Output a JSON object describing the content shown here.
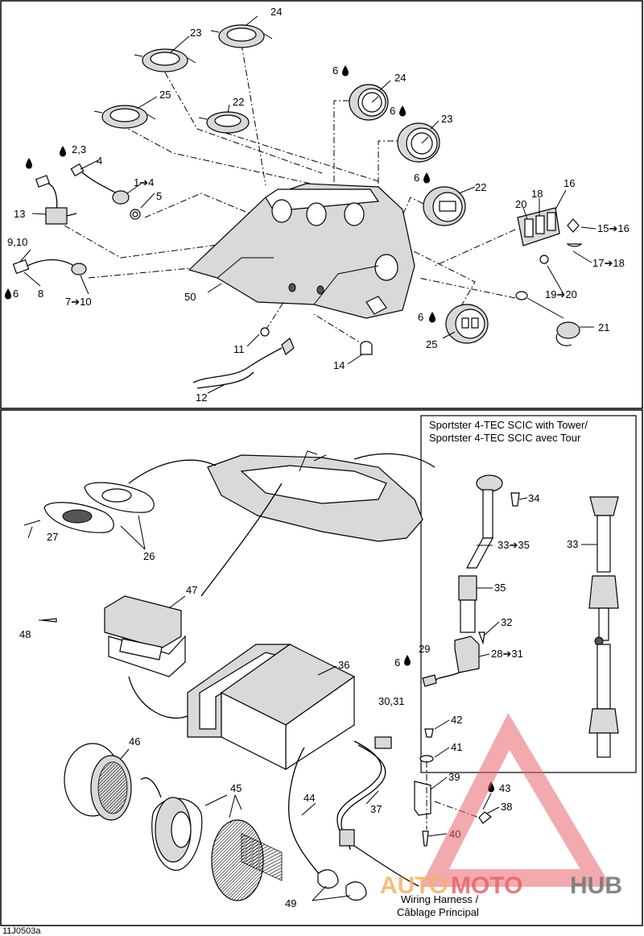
{
  "diagram": {
    "figure_code": "11J0503a",
    "upper_section": {
      "callouts": [
        "24",
        "23",
        "25",
        "22",
        "6",
        "24",
        "6",
        "23",
        "6",
        "22",
        "2,3",
        "4",
        "1➔4",
        "5",
        "13",
        "9,10",
        "6",
        "8",
        "7➔10",
        "50",
        "11",
        "12",
        "14",
        "20",
        "18",
        "16",
        "15➔16",
        "17➔18",
        "19➔20",
        "6",
        "25",
        "21"
      ]
    },
    "lower_section": {
      "inset_title_line1": "Sportster 4-TEC SCIC with Tower/",
      "inset_title_line2": "Sportster 4-TEC SCIC avec Tour",
      "inset_callout": "33",
      "callouts": [
        "27",
        "26",
        "34",
        "33➔35",
        "35",
        "47",
        "48",
        "32",
        "6",
        "29",
        "28➔31",
        "30,31",
        "36",
        "46",
        "42",
        "41",
        "45",
        "39",
        "44",
        "37",
        "43",
        "38",
        "40",
        "49"
      ],
      "harness_line1": "Wiring Harness /",
      "harness_line2": "Câblage Principal"
    },
    "watermark": {
      "part1": "AUTO",
      "part2": "MOTO",
      "part3": "HUB"
    },
    "icons": [
      "oil-drop-icon"
    ],
    "colors": {
      "logo_orange": "#f2b26b",
      "logo_red": "#e8646c",
      "logo_gray": "#7a7a7a"
    }
  }
}
